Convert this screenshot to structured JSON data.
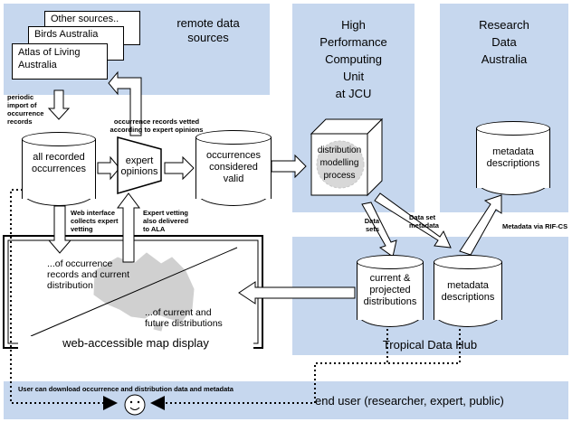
{
  "panels": {
    "remote": {
      "title": "remote data\nsources"
    },
    "hpc": {
      "title": "High\nPerformance\nComputing\nUnit\nat JCU"
    },
    "rda": {
      "title": "Research\nData\nAustralia"
    },
    "tdh": {
      "title": "Tropical Data Hub"
    },
    "enduser": {
      "title": "end user (researcher, expert, public)"
    }
  },
  "sources": [
    "Other sources..",
    "Birds Australia",
    "Atlas of Living\nAustralia"
  ],
  "stores": {
    "all_occurrences": "all recorded\noccurrences",
    "expert_opinions": "expert\nopinions",
    "considered_valid": "occurrences\nconsidered\nvalid",
    "modelling": "distribution\nmodelling\nprocess",
    "rda_metadata": "metadata\ndescriptions",
    "distributions": "current &\nprojected\ndistributions",
    "tdh_metadata": "metadata\ndescriptions"
  },
  "annotations": {
    "periodic_import": "periodic\nimport of\noccurrence\nrecords",
    "vetted": "occurrence records vetted\naccording to expert opinions",
    "web_interface": "Web interface\ncollects expert\nvetting",
    "delivered_ala": "Expert vetting\nalso delivered\nto ALA",
    "data_sets": "Data\nsets",
    "data_set_metadata": "Data set\nmetadata",
    "metadata_rifcs": "Metadata via RIF-CS",
    "download": "User can download occurrence and distribution data and metadata"
  },
  "map_display": {
    "title": "web-accessible map display",
    "upper_text": "...of occurrence\nrecords and current\ndistribution",
    "lower_text": "...of current and\nfuture distributions"
  },
  "colors": {
    "panel": "#c6d7ee",
    "australia": "#d0d0d0"
  }
}
